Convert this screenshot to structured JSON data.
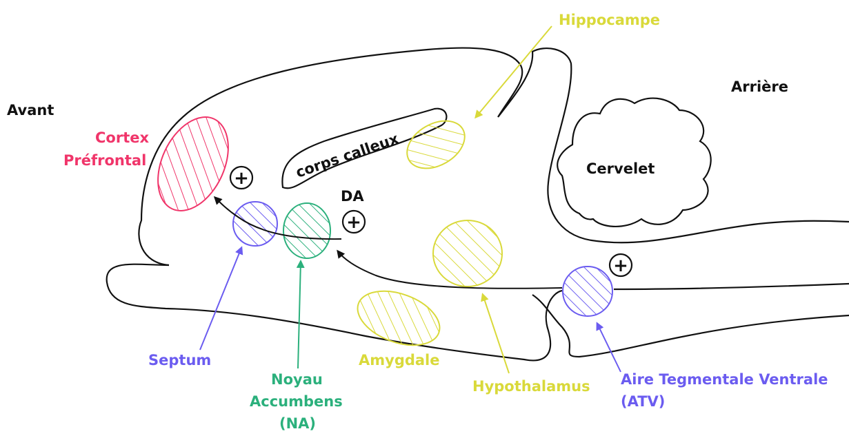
{
  "colors": {
    "outline": "#111111",
    "cortex": "#f0356a",
    "septum": "#6b5cf0",
    "accumbens": "#2bb07c",
    "limbic_yellow": "#d9d93a",
    "atv": "#6b5cf0",
    "text_dark": "#111111"
  },
  "orientation": {
    "front": "Avant",
    "back": "Arrière"
  },
  "structures": {
    "cortex_line1": "Cortex",
    "cortex_line2": "Préfrontal",
    "corpus_callosum": "corps calleux",
    "hippocampus": "Hippocampe",
    "cerebellum": "Cervelet",
    "septum": "Septum",
    "accumbens_line1": "Noyau",
    "accumbens_line2": "Accumbens",
    "accumbens_line3": "(NA)",
    "amygdala": "Amygdale",
    "hypothalamus": "Hypothalamus",
    "atv_line1": "Aire Tegmentale Ventrale",
    "atv_line2": "(ATV)"
  },
  "signals": {
    "dopamine": "DA",
    "plus": "+"
  }
}
